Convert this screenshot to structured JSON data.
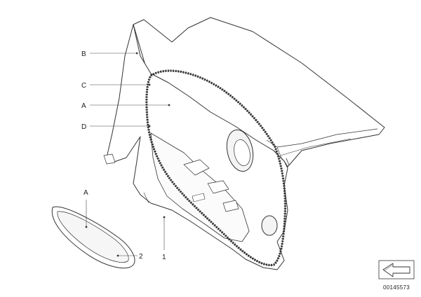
{
  "diagram": {
    "callouts": {
      "b": "B",
      "c": "C",
      "a_upper": "A",
      "d": "D",
      "a_lower": "A",
      "two": "2",
      "one": "1"
    },
    "part_number": "00145573",
    "icons": {
      "direction": "direction-arrow-icon"
    },
    "colors": {
      "line": "#333333",
      "fill": "#ffffff",
      "shade": "#e6e6e6"
    }
  }
}
